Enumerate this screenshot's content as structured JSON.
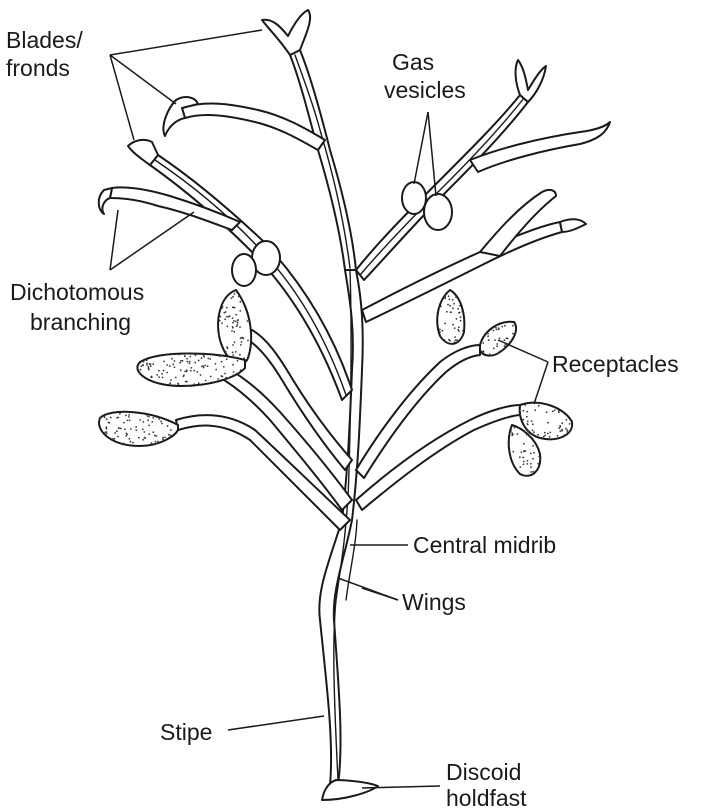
{
  "labels": {
    "blades_line1": "Blades/",
    "blades_line2": "fronds",
    "gas_line1": "Gas",
    "gas_line2": "vesicles",
    "dicho_line1": "Dichotomous",
    "dicho_line2": "branching",
    "receptacles": "Receptacles",
    "midrib": "Central midrib",
    "wings": "Wings",
    "stipe": "Stipe",
    "holdfast_line1": "Discoid",
    "holdfast_line2": "holdfast"
  },
  "colors": {
    "line": "#1a1a1a",
    "stipple": "#3a3a3a",
    "background": "#ffffff"
  }
}
